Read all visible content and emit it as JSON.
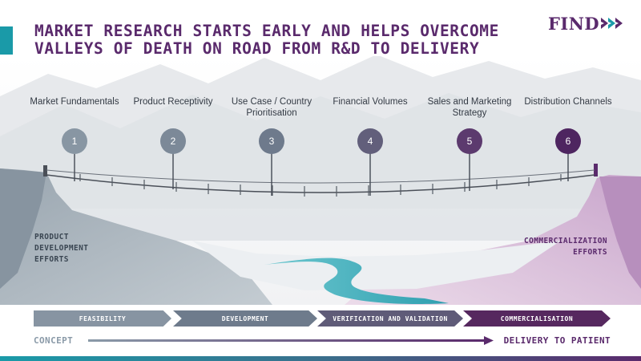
{
  "title": {
    "line1": "Market research starts early and helps overcome",
    "line2": "valleys of death on road from R&D to delivery"
  },
  "logo": {
    "text": "FIND",
    "icon": "double-chevron-right-icon"
  },
  "steps": [
    {
      "number": "1",
      "label": "Market Fundamentals",
      "color": "#8896a3"
    },
    {
      "number": "2",
      "label": "Product Receptivity",
      "color": "#7c8998"
    },
    {
      "number": "3",
      "label": "Use Case / Country Prioritisation",
      "color": "#6e7a8c"
    },
    {
      "number": "4",
      "label": "Financial Volumes",
      "color": "#625f7b"
    },
    {
      "number": "5",
      "label": "Sales and Marketing Strategy",
      "color": "#5c3a6e"
    },
    {
      "number": "6",
      "label": "Distribution Channels",
      "color": "#4e2560"
    }
  ],
  "left_label": [
    "Product",
    "Development",
    "Efforts"
  ],
  "right_label": [
    "Commercialization",
    "Efforts"
  ],
  "phases": [
    {
      "label": "Feasibility",
      "color": "#8794a2"
    },
    {
      "label": "Development",
      "color": "#6e7b8c"
    },
    {
      "label": "Verification and Validation",
      "color": "#5f5b78"
    },
    {
      "label": "Commercialisation",
      "color": "#56285f"
    }
  ],
  "timeline": {
    "start": "Concept",
    "end": "Delivery to patient"
  },
  "colors": {
    "brand_purple": "#5a2a6c",
    "accent_teal": "#1a9aa8",
    "river": "#3fb3c0"
  }
}
